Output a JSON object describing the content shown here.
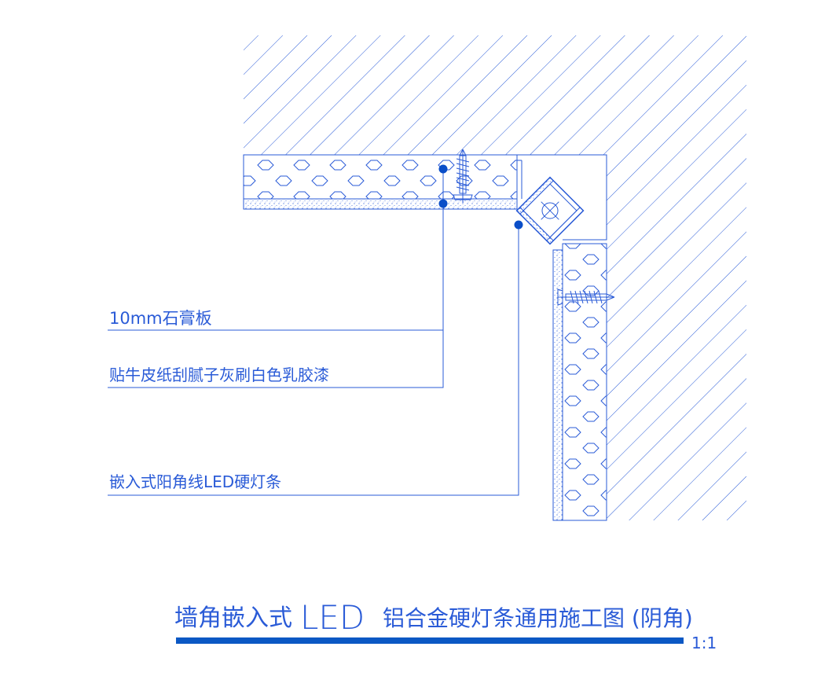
{
  "labels": {
    "gypsum_board": "10mm石膏板",
    "finish": "贴牛皮纸刮腻子灰刷白色乳胶漆",
    "led_strip": "嵌入式阳角线LED硬灯条"
  },
  "title": {
    "part1": "墙角嵌入式",
    "part2": "LED",
    "part3": "铝合金硬灯条通用施工图 (阴角)",
    "scale": "1:1"
  },
  "colors": {
    "line": "#2a5bd7",
    "marker": "#0a4ec8",
    "title_bar": "#0b58c4",
    "background": "#ffffff"
  }
}
